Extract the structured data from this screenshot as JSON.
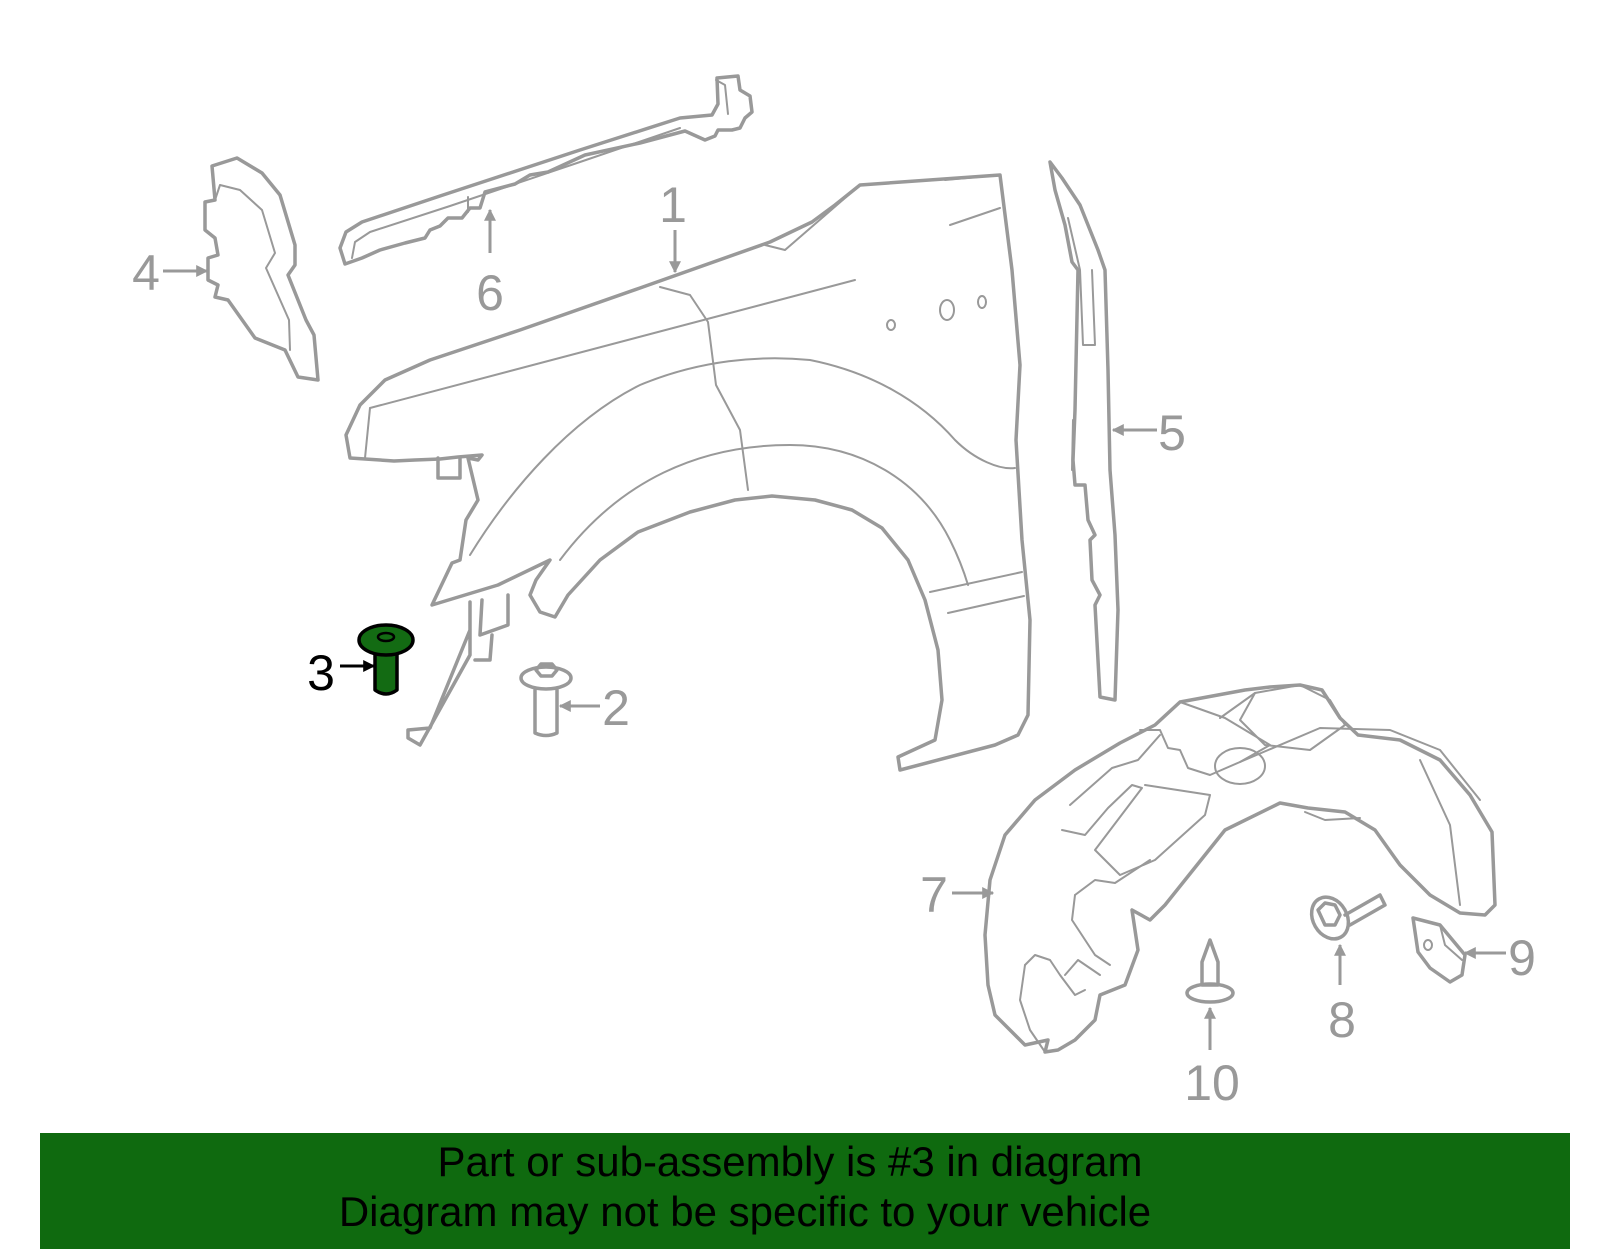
{
  "diagram": {
    "callouts": {
      "c1": "1",
      "c2": "2",
      "c3": "3",
      "c4": "4",
      "c5": "5",
      "c6": "6",
      "c7": "7",
      "c8": "8",
      "c9": "9",
      "c10": "10"
    },
    "highlighted_part": "3",
    "colors": {
      "part_outline": "#999999",
      "highlight_fill": "#136b13",
      "highlight_outline": "#000000",
      "banner_background": "#0f6a0f"
    }
  },
  "banner": {
    "line1": "Part or sub-assembly is #3 in diagram",
    "line2": "Diagram may not be specific to your vehicle"
  }
}
